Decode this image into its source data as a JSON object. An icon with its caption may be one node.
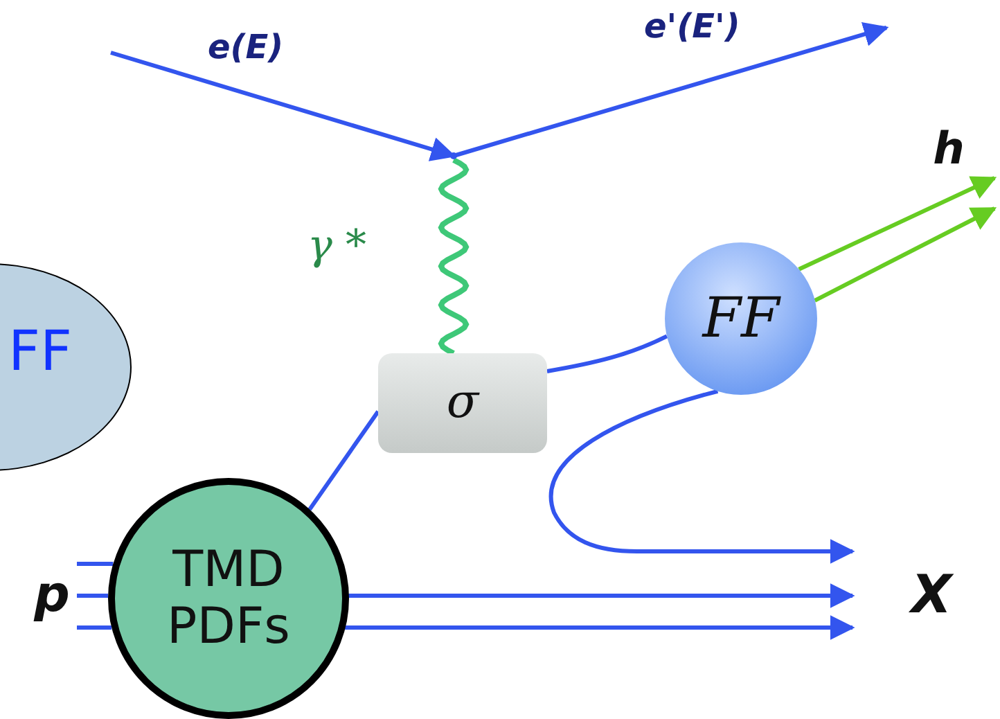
{
  "diagram": {
    "nodes": [
      {
        "text": [
          "FF"
        ]
      },
      {
        "text": [],
        "shape": "point"
      },
      {
        "text": [
          "σ"
        ]
      },
      {
        "text": [
          "FF"
        ]
      },
      {
        "text": [
          "TMD PDFs"
        ]
      },
      {
        "text": [
          "X"
        ]
      },
      {
        "text": [
          "h"
        ]
      },
      {
        "text": [
          "p"
        ]
      }
    ],
    "edges": [
      {
        "from": null,
        "to": 1,
        "arrow": "to",
        "label": "e(E)"
      },
      {
        "from": 1,
        "to": null,
        "arrow": "to",
        "label": "e'(E')"
      },
      {
        "from": 1,
        "to": 2,
        "arrow": "none",
        "label": "γ *",
        "color": "#3ec878"
      },
      {
        "from": 2,
        "to": 3,
        "arrow": "none"
      },
      {
        "from": 4,
        "to": 2,
        "arrow": "none"
      },
      {
        "from": 3,
        "to": 6,
        "arrow": "to",
        "color": "#66cc22"
      },
      {
        "from": 3,
        "to": 6,
        "arrow": "to",
        "color": "#66cc22"
      },
      {
        "from": 3,
        "to": 5,
        "arrow": "to"
      },
      {
        "from": 4,
        "to": 5,
        "arrow": "to"
      },
      {
        "from": 4,
        "to": 5,
        "arrow": "to"
      },
      {
        "from": 7,
        "to": 4,
        "arrow": "none"
      },
      {
        "from": 7,
        "to": 4,
        "arrow": "none"
      },
      {
        "from": 7,
        "to": 4,
        "arrow": "none"
      }
    ]
  }
}
